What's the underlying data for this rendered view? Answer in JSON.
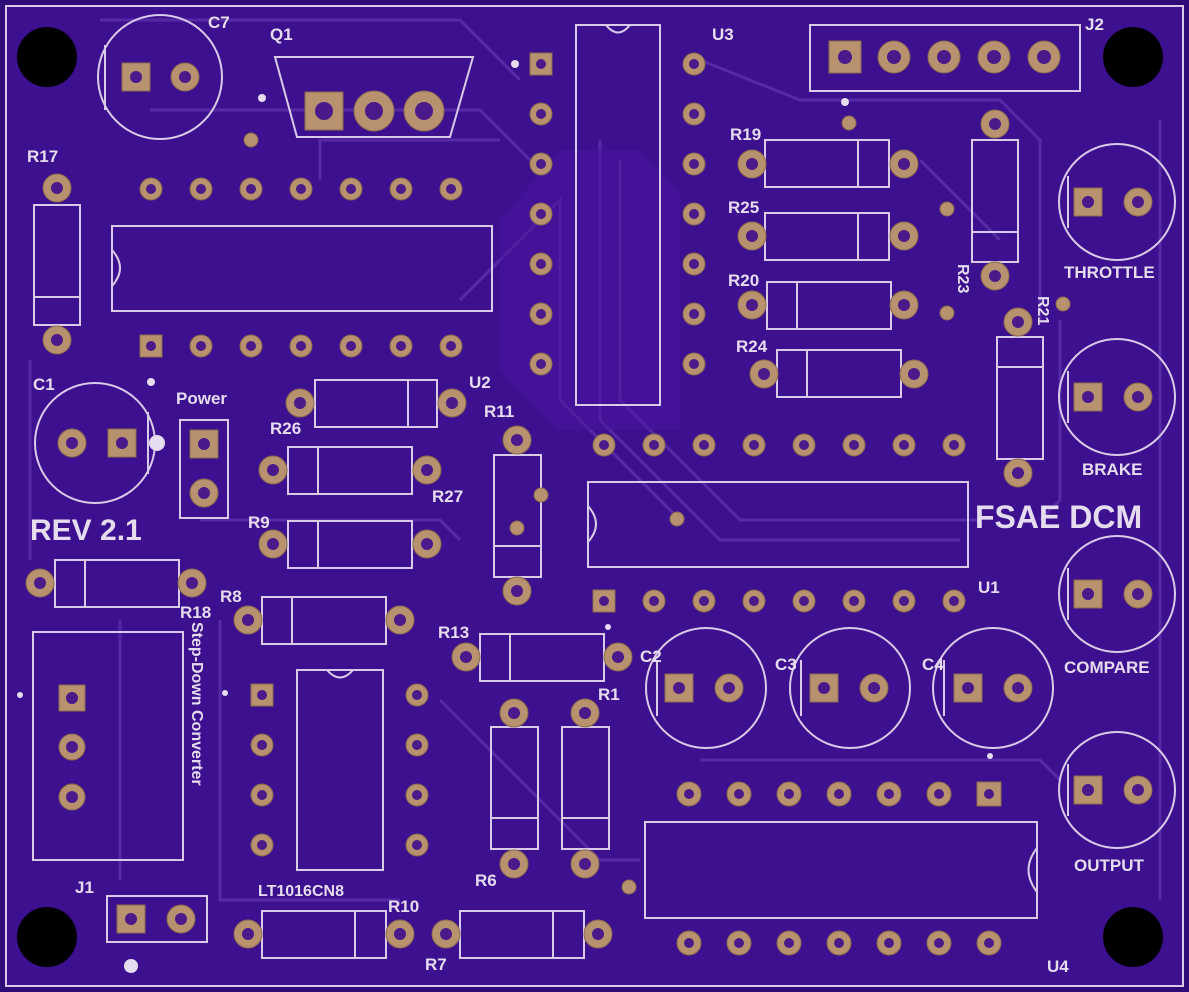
{
  "board": {
    "name": "FSAE DCM",
    "revision": "REV 2.1",
    "colors": {
      "board": "#3b0f8a",
      "silk": "#e6dcf0",
      "copper": "#b8926e",
      "pour": "#4a1a9a"
    }
  },
  "labels": {
    "c7": "C7",
    "q1": "Q1",
    "u3": "U3",
    "j2": "J2",
    "r17": "R17",
    "r19": "R19",
    "r25": "R25",
    "r20": "R20",
    "r24": "R24",
    "r23": "R23",
    "r21": "R21",
    "c1": "C1",
    "power": "Power",
    "u2": "U2",
    "r26": "R26",
    "r27": "R27",
    "r11": "R11",
    "r9": "R9",
    "r18": "R18",
    "r8": "R8",
    "r13": "R13",
    "c2": "C2",
    "c3": "C3",
    "c4": "C4",
    "u1": "U1",
    "r1": "R1",
    "r6": "R6",
    "j1": "J1",
    "r10": "R10",
    "r7": "R7",
    "u4": "U4",
    "lt": "LT1016CN8",
    "stepdown": "Step-Down Converter",
    "throttle": "THROTTLE",
    "brake": "BRAKE",
    "compare": "COMPARE",
    "output": "OUTPUT"
  }
}
